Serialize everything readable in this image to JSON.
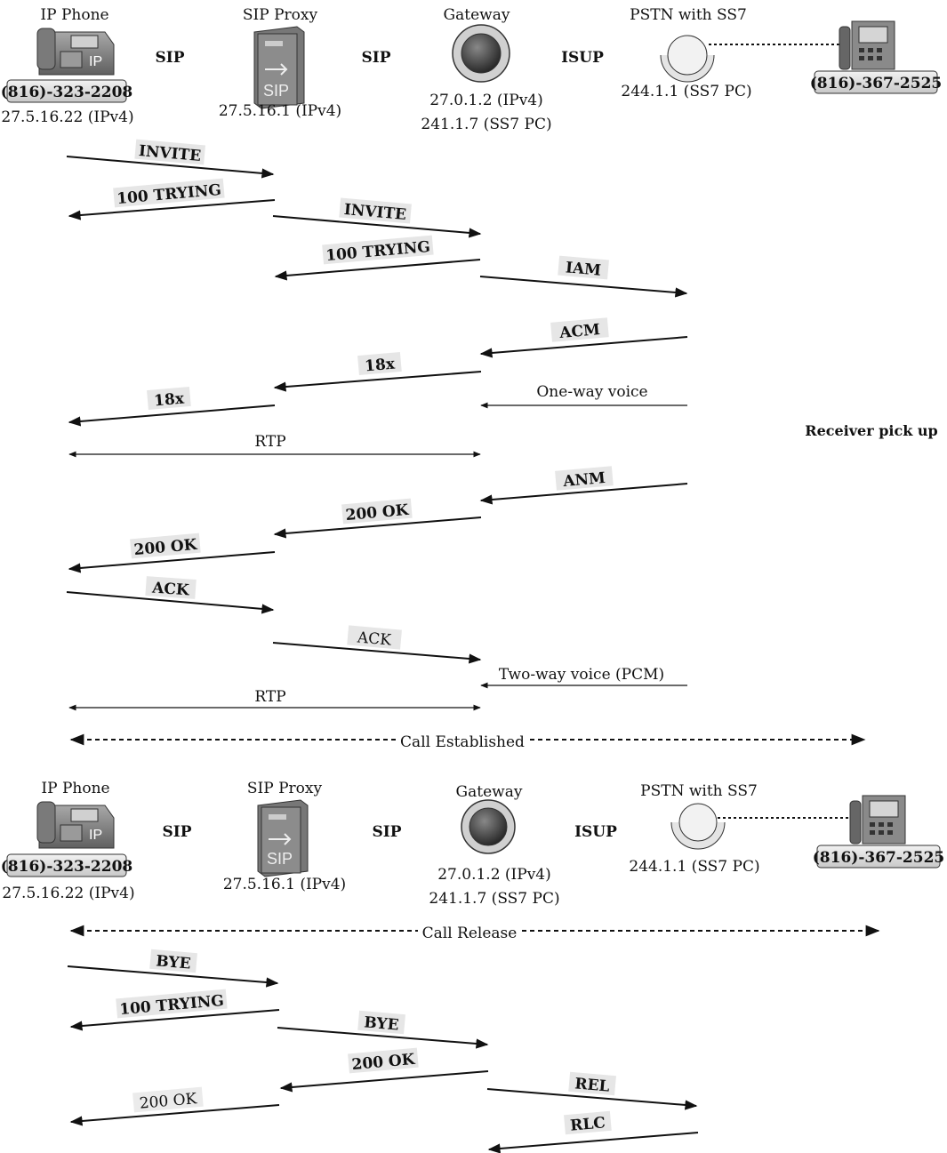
{
  "top": {
    "ip_phone": {
      "title": "IP Phone",
      "number": "(816)-323-2208",
      "address": "27.5.16.22 (IPv4)",
      "icon": "ip-phone-icon"
    },
    "proxy": {
      "title": "SIP Proxy",
      "address": "27.5.16.1 (IPv4)",
      "icon": "sip-proxy-server-icon"
    },
    "gateway": {
      "title": "Gateway",
      "address_line1": "27.0.1.2 (IPv4)",
      "address_line2": "241.1.7 (SS7 PC)",
      "icon": "gateway-icon"
    },
    "pstn": {
      "title": "PSTN with SS7",
      "address": "244.1.1 (SS7 PC)",
      "icon": "pstn-switch-icon"
    },
    "remote_phone": {
      "number": "(816)-367-2525",
      "icon": "desk-phone-icon"
    },
    "proto_sip_1": "SIP",
    "proto_sip_2": "SIP",
    "proto_isup": "ISUP"
  },
  "bottom": {
    "ip_phone": {
      "title": "IP Phone",
      "number": "(816)-323-2208",
      "address": "27.5.16.22 (IPv4)"
    },
    "proxy": {
      "title": "SIP Proxy",
      "address": "27.5.16.1 (IPv4)"
    },
    "gateway": {
      "title": "Gateway",
      "address_line1": "27.0.1.2 (IPv4)",
      "address_line2": "241.1.7 (SS7 PC)"
    },
    "pstn": {
      "title": "PSTN with SS7",
      "address": "244.1.1 (SS7 PC)"
    },
    "remote_phone": {
      "number": "(816)-367-2525"
    },
    "proto_sip_1": "SIP",
    "proto_sip_2": "SIP",
    "proto_isup": "ISUP"
  },
  "setup_messages": {
    "invite_1": "INVITE",
    "trying_1": "100 TRYING",
    "invite_2": "INVITE",
    "trying_2": "100 TRYING",
    "iam": "IAM",
    "acm": "ACM",
    "ringing_1": "18x",
    "ringing_2": "18x",
    "one_way_voice": "One-way voice",
    "rtp_1": "RTP",
    "anm": "ANM",
    "ok_1": "200 OK",
    "ok_2": "200 OK",
    "ack_1": "ACK",
    "ack_2": "ACK",
    "two_way_voice": "Two-way voice (PCM)",
    "rtp_2": "RTP"
  },
  "side_note": "Receiver pick up",
  "call_established": "Call Established",
  "call_release": "Call Release",
  "release_messages": {
    "bye_1": "BYE",
    "trying": "100 TRYING",
    "bye_2": "BYE",
    "ok_1": "200 OK",
    "ok_2": "200 OK",
    "rel": "REL",
    "rlc": "RLC"
  }
}
